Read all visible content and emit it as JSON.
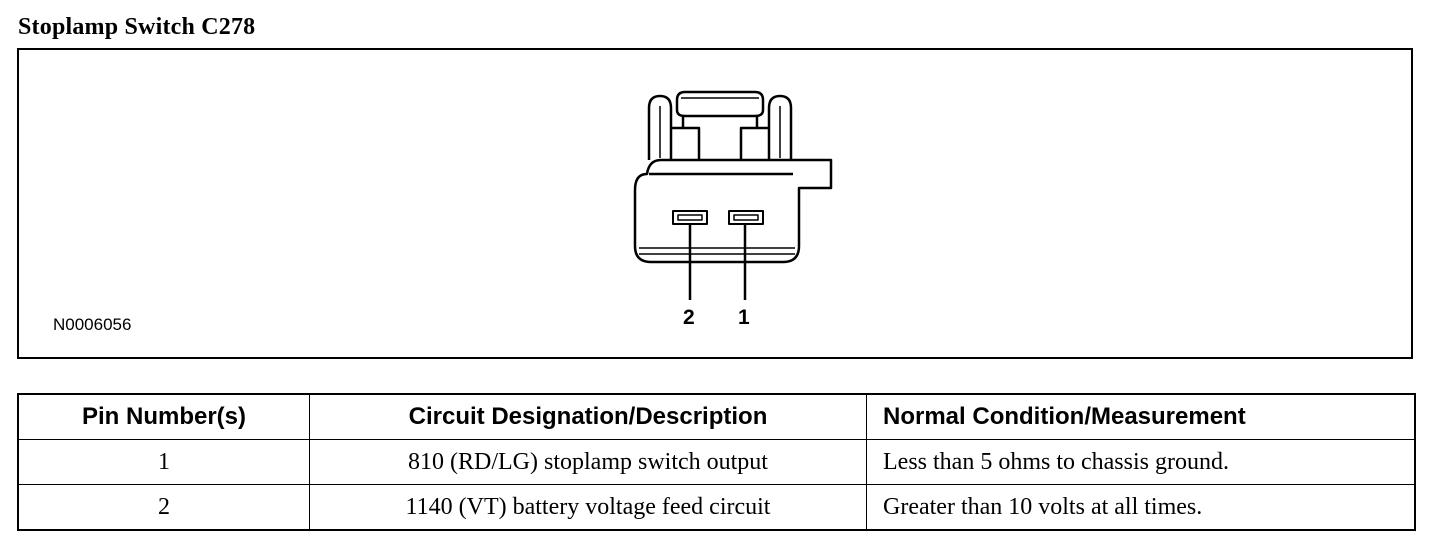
{
  "title": "Stoplamp Switch C278",
  "figure": {
    "figure_id": "N0006056",
    "pin_labels": [
      "2",
      "1"
    ]
  },
  "table": {
    "headers": [
      "Pin Number(s)",
      "Circuit Designation/Description",
      "Normal Condition/Measurement"
    ],
    "rows": [
      [
        "1",
        "810 (RD/LG) stoplamp switch output",
        "Less than 5 ohms to chassis ground."
      ],
      [
        "2",
        "1140 (VT) battery voltage feed circuit",
        "Greater than 10 volts at all times."
      ]
    ]
  }
}
